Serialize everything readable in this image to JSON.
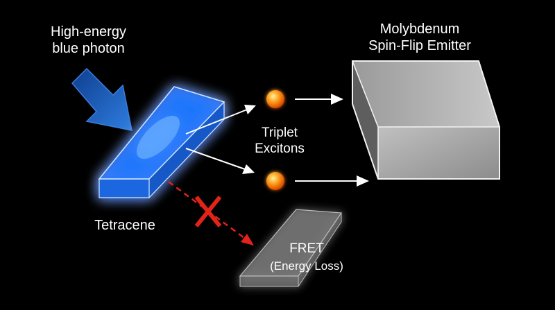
{
  "labels": {
    "photon_line1": "High-energy",
    "photon_line2": "blue photon",
    "emitter_line1": "Molybdenum",
    "emitter_line2": "Spin-Flip Emitter",
    "triplet_line1": "Triplet",
    "triplet_line2": "Excitons",
    "tetracene": "Tetracene",
    "fret_line1": "FRET",
    "fret_line2": "(Energy Loss)"
  },
  "colors": {
    "background": "#000000",
    "tetracene_glow": "#2f8cff",
    "photon_arrow": "#1e5fc4",
    "exciton_orange": "#ff8a1a",
    "fret_block": "#9a9a9a",
    "emitter_block": "#b3b3b3",
    "blocked_mark": "#e2231a"
  },
  "icons": {
    "blocked": "red-x-mark",
    "exciton": "orange-sphere"
  }
}
